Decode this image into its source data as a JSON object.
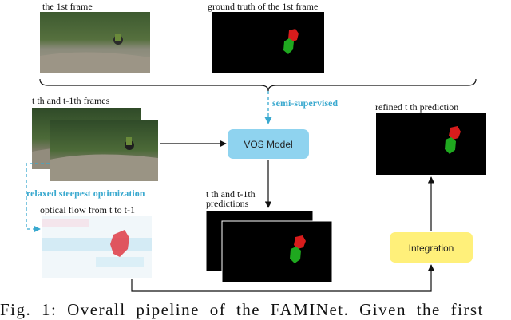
{
  "labels": {
    "first_frame": "the 1st frame",
    "ground_truth": "ground truth of the 1st frame",
    "semi_supervised": "semi-supervised",
    "refined_prediction": "refined t th prediction",
    "frames": "t th and t-1th frames",
    "vos_model": "VOS Model",
    "relaxed_steepest": "relaxed steepest optimization",
    "predictions_line1": "t th and t-1th",
    "predictions_line2": "predictions",
    "optical_flow": "optical flow from t to t-1",
    "integration": "Integration"
  },
  "caption": "Fig. 1: Overall pipeline of the FAMINet. Given the first",
  "colors": {
    "accent_blue": "#3aa9cf",
    "vos_box": "#8fd3ef",
    "integration_box": "#fff07a",
    "mask_red": "#d81c1c",
    "mask_green": "#1fa81f"
  }
}
